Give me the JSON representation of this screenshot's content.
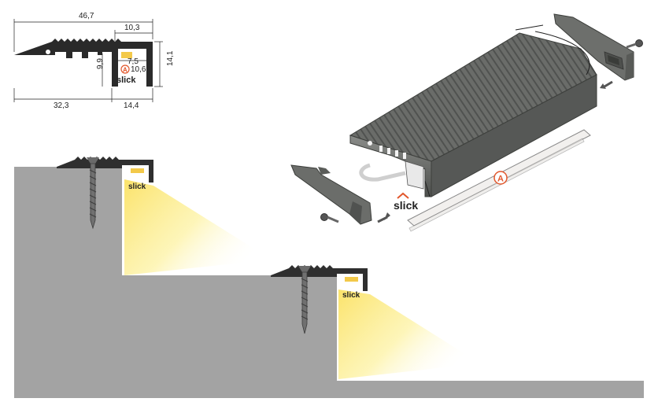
{
  "dimensions": {
    "total_width": "46,7",
    "top_channel_width": "10,3",
    "height": "14,1",
    "inner_height": "9,9",
    "channel_width": "7,5",
    "channel_depth": "10,6",
    "left_width": "32,3",
    "right_width": "14,4"
  },
  "brand": "slick",
  "strip_marker": "A",
  "colors": {
    "step": "#a0a0a0",
    "profile": "#3a3a3a",
    "light": "#fdf3a8",
    "accent": "#e2572c",
    "aluminium": "#6f716e"
  }
}
